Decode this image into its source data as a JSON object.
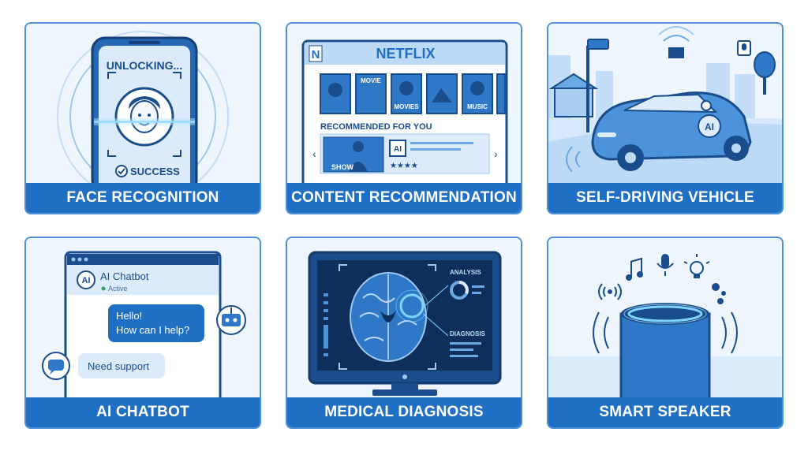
{
  "colors": {
    "primary": "#1f6fc4",
    "light": "#eef5fd",
    "outline": "#1a4d8c",
    "border": "#4f93d6"
  },
  "cards": [
    {
      "label": "FACE RECOGNITION",
      "status": "UNLOCKING...",
      "result": "SUCCESS",
      "icons": [
        "phone-icon",
        "face-icon",
        "checkmark-icon"
      ]
    },
    {
      "label": "CONTENT RECOMMENDATION",
      "brand_logo": "N",
      "brand": "NETFLIX",
      "thumb_labels": [
        "MOVIE",
        "MOVIES",
        "MUSIC"
      ],
      "section_title": "RECOMMENDED FOR YOU",
      "show_label": "SHOW",
      "ai_badge": "AI",
      "rating": "★★★★",
      "icons": [
        "chevron-left-icon",
        "chevron-right-icon",
        "star-icon"
      ]
    },
    {
      "label": "SELF-DRIVING VEHICLE",
      "car_badge": "AI",
      "icons": [
        "traffic-camera-icon",
        "lidar-sensor-icon",
        "microphone-icon",
        "tree-icon"
      ]
    },
    {
      "label": "AI CHATBOT",
      "avatar": "AI",
      "bot_name": "AI Chatbot",
      "bot_status": "Active",
      "bot_message_line1": "Hello!",
      "bot_message_line2": "How can I help?",
      "user_message": "Need support",
      "icons": [
        "robot-icon",
        "chat-bubble-icon"
      ]
    },
    {
      "label": "MEDICAL DIAGNOSIS",
      "analysis_label": "ANALYSIS",
      "diagnosis_label": "DIAGNOSIS",
      "icons": [
        "brain-scan-icon",
        "monitor-icon"
      ]
    },
    {
      "label": "SMART SPEAKER",
      "icons": [
        "wifi-signal-icon",
        "music-note-icon",
        "microphone-icon",
        "lightbulb-icon",
        "assistant-dots-icon",
        "sound-wave-icon"
      ]
    }
  ]
}
